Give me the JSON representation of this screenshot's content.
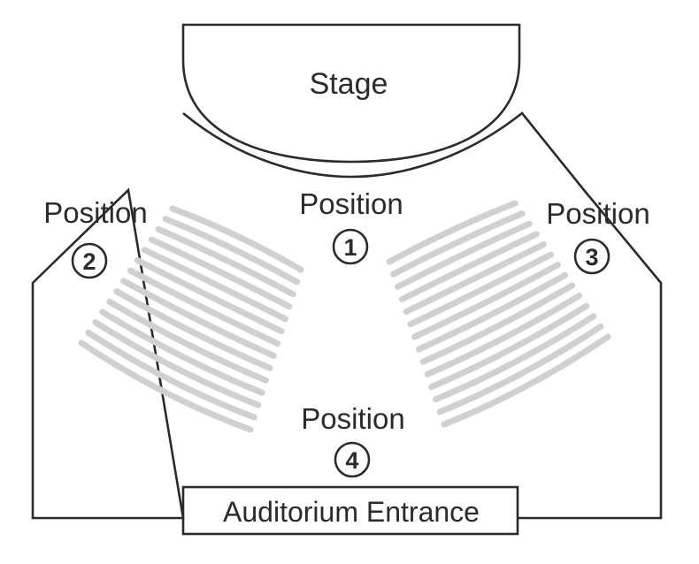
{
  "stage": {
    "label": "Stage"
  },
  "entrance": {
    "label": "Auditorium Entrance"
  },
  "positions": [
    {
      "label": "Position",
      "number": "1"
    },
    {
      "label": "Position",
      "number": "2"
    },
    {
      "label": "Position",
      "number": "3"
    },
    {
      "label": "Position",
      "number": "4"
    }
  ],
  "colors": {
    "outline": "#2b2b2b",
    "seating": "#d0d0d0",
    "background": "#ffffff"
  }
}
